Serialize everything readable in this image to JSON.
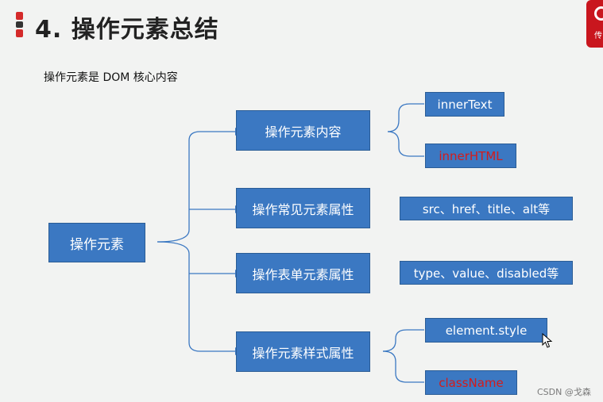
{
  "header": {
    "title": "4. 操作元素总结",
    "subtitle": "操作元素是 DOM 核心内容",
    "logo_text": "传"
  },
  "colors": {
    "box_fill": "#3b78c2",
    "line": "#3b78c2",
    "red_text": "#d41b1b",
    "bullet_red": "#d42a2a",
    "bullet_dark": "#333333"
  },
  "diagram": {
    "root": "操作元素",
    "branches": [
      {
        "label": "操作元素内容",
        "leaves": [
          "innerText",
          "innerHTML"
        ]
      },
      {
        "label": "操作常见元素属性",
        "leaves": [
          "src、href、title、alt等"
        ]
      },
      {
        "label": "操作表单元素属性",
        "leaves": [
          "type、value、disabled等"
        ]
      },
      {
        "label": "操作元素样式属性",
        "leaves": [
          "element.style",
          "className"
        ]
      }
    ]
  },
  "watermark": "CSDN @戈森"
}
